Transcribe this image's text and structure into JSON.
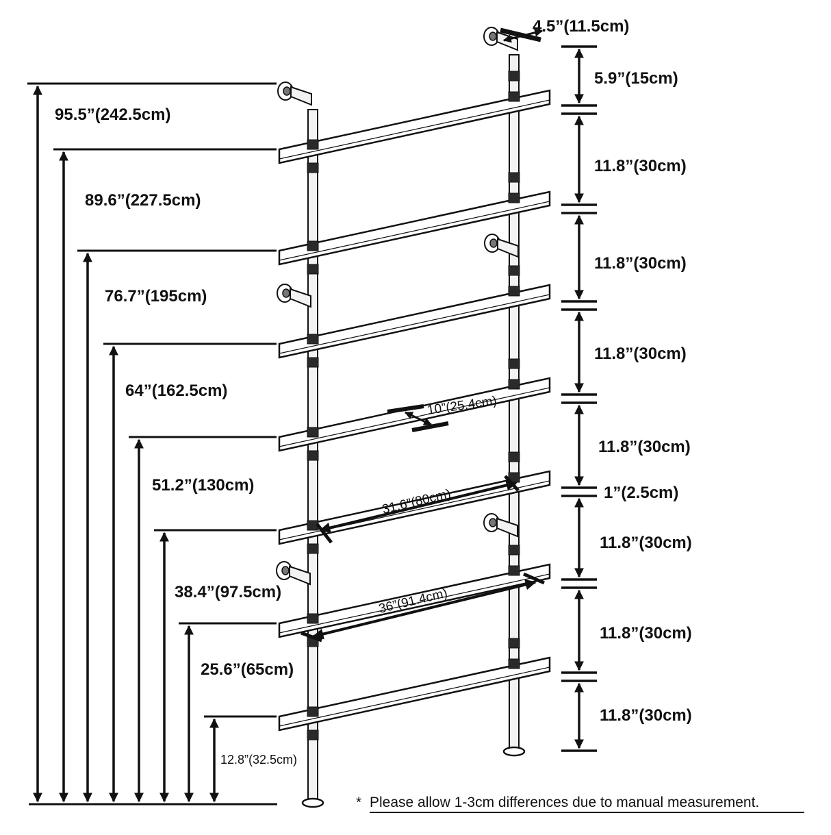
{
  "palette": {
    "ink": "#111111",
    "board_fill": "#ffffff",
    "pipe_fill": "#f2f2f2",
    "fitting_fill": "#2a2a2a"
  },
  "left_heights": [
    "95.5”(242.5cm)",
    "89.6”(227.5cm)",
    "76.7”(195cm)",
    "64”(162.5cm)",
    "51.2”(130cm)",
    "38.4”(97.5cm)",
    "25.6”(65cm)",
    "12.8”(32.5cm)"
  ],
  "right_spacings": [
    "5.9”(15cm)",
    "11.8”(30cm)",
    "11.8”(30cm)",
    "11.8”(30cm)",
    "11.8”(30cm)",
    "11.8”(30cm)",
    "11.8”(30cm)",
    "11.8”(30cm)"
  ],
  "thickness_label": "1”(2.5cm)",
  "flange_offset_label": "4.5”(11.5cm)",
  "depth_label": "10”(25.4cm)",
  "inner_width_label": "31.6”(80cm)",
  "outer_width_label": "36”(91.4cm)",
  "note": {
    "asterisk": "*",
    "text": "Please allow 1-3cm differences due to manual measurement."
  }
}
